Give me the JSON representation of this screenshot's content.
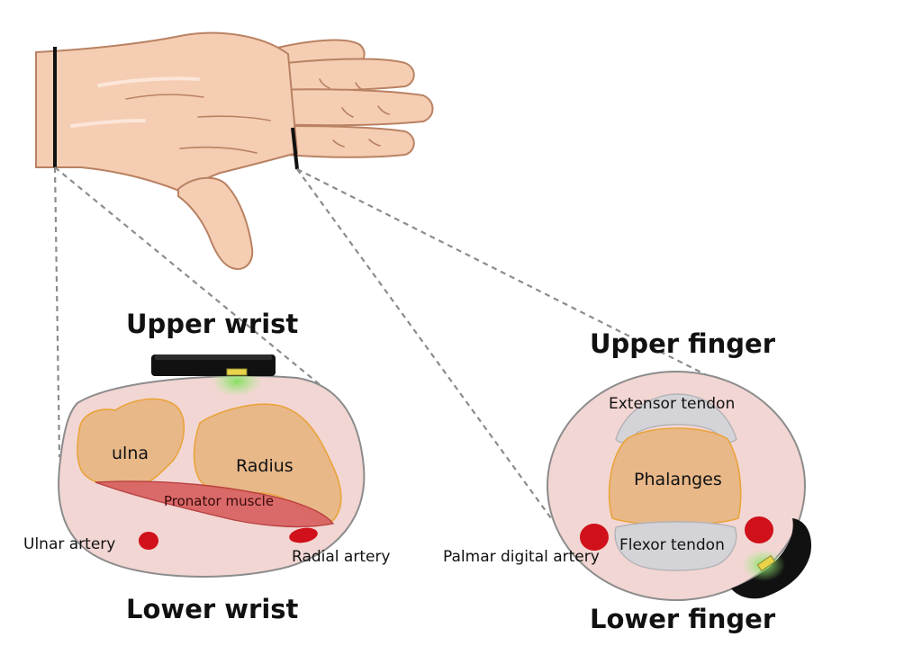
{
  "headings": {
    "upper_wrist": "Upper wrist",
    "lower_wrist": "Lower wrist",
    "upper_finger": "Upper finger",
    "lower_finger": "Lower finger"
  },
  "wrist_labels": {
    "ulna": "ulna",
    "radius": "Radius",
    "pronator_muscle": "Pronator muscle",
    "ulnar_artery": "Ulnar artery",
    "radial_artery": "Radial artery"
  },
  "finger_labels": {
    "extensor_tendon": "Extensor tendon",
    "phalanges": "Phalanges",
    "flexor_tendon": "Flexor tendon",
    "palmar_digital_artery": "Palmar digital artery"
  },
  "colors": {
    "skin": "#f5cdb3",
    "skin_outline": "#b98263",
    "tissue": "#f2d6d3",
    "bone": "#e8b889",
    "bone_outline": "#e9a33a",
    "muscle": "#d96565",
    "artery": "#d0101a",
    "tendon": "#d4d4d8",
    "sensor": "#111111",
    "led": "#8ee36a"
  }
}
